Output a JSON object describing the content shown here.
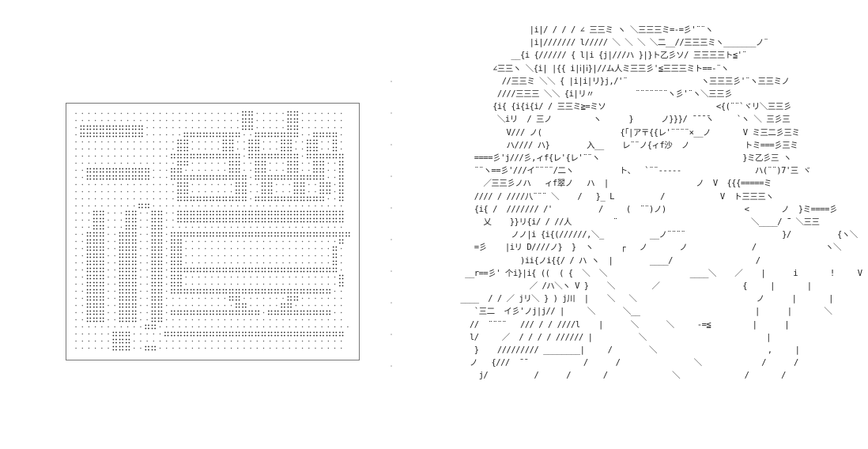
{
  "sign": {
    "grid_cols": 42,
    "grid_rows": 34,
    "dense_rows": [
      "..........................##.....##.......",
      "..........................##.....##.......",
      ".##########...............##.....##.......",
      ".##########......#########..#######..####.",
      "................##.....##..##...##..##..#.",
      "................##.....##..##...##..##..#.",
      "...............###########.########.######",
      "................##......##..##...##..##..#",
      "..##########...##.......##..##...##..##..#",
      "..##########...############.###########..#",
      "................##.......##..##...##..##.#",
      "................##.......##..##...##..##.#",
      "................###########.###########..#",
      "..........##..............................",
      "...##...##..##..##########################",
      "...##...##..##..##########################",
      "...##...##..##............................",
      "..###..###..##.############################",
      "..###..###..##.##........................#",
      "..###..###..##.##.......................#.",
      "..###..###..##.##.......................#.",
      "..###..###..##.##.......................#.",
      "..###..###..##.##########################.",
      "..###..###..##.##........................#",
      "..###..###..##.##........................#",
      "..###..###..##.#########################..",
      "..###..###..##..........##.......##.......",
      "..###..###..##...........##.....##........",
      "..###..###..##.##############.##########..",
      "..###..###..##............................",
      "...........##..............................",
      "......###.....############################",
      "......###.................................",
      "......###..##............................."
    ]
  },
  "portrait": {
    "lines": [
      "                              |i|/ / / / ∠ 三三ミ ヽ ＼三三三ミ=-=彡'¨¨ヽ",
      "                              |i|/////// l///// ＼ ＼ ＼ ＼二__//三三三ミヽ_______ノ¨",
      "                          __{i {////// { l|i {j|///ハ }|}ト乙彡ソ/ 三三三三ト≦'¨",
      "                      ∠三三ヽ ＼{i| |{{ i|ⅰ|ⅰ}|//ム人ミ三三彡'≦三三三ミト==-¨ヽ",
      "                        //三三ミ ＼＼ { |i|i|リ}j,/'¨                ヽ三三三彡'¨ヽ三三ミノ",
      "                       ////三三三 ＼＼ {i|リ〃         ¨¨¨¨¨¨¨ヽ彡'¨ヽ＼三三彡",
      "                      {i{ {i{i{i/ / 三三ミ≧=ミソ                        <{(¨¨`ヾリ＼三三彡",
      "                       ＼iリ  / 三ノ         ヽ      }      ノ}}}/ ̄ ̄ ̄ ̄ヽ     `ヽ ＼ 三彡三",
      "                         V/// ノ(                 {「|ア〒{{レ'¨¨¨¨×__ノ       V ミ三二彡三ミ",
      "                         ハ//// ハ}        入__    レ¨¨ノ{ィf沙  ノ            トミ===彡三ミ",
      "                  ====彡'j///彡,ィf{レ'{レ'¨¨ヽ                               }ミ乙彡三 ヽ",
      "                  ¨¨ヽ==彡'///イ¨¨¨¨/二ヽ          ト、  `¨¨-----                ハ(¨¨)7'三 ヾ",
      "                    ／三三彡ノハ   ィf翠ノ   ハ  |                   ノ  V  {{{=====ミ",
      "                  //// / ////八¨¨¨ ＼    /   }_ L          /            V  ト三三三ヽ",
      "                  {i{ /  /////// /'          /     (  ¨¨)ノ)                 <       ノ  }ミ====彡",
      "                    乂    }}リ{i/ / //人         ¨                             ＼____/ ̄¨ ＼三三",
      "                          ノノ|i {i{(//////,＼_          __ノ¨¨¨¨                     }/          {ヽ＼",
      "                  =彡    |iリ D////ノ}  }  ヽ      ┌   ノ       ノ              /               ヽ＼",
      "                            )ii{ノi{{/ / ハ ヽ  |        ____/                  /",
      "                __r==彡' 个i}|i{ ((  ( {  ＼  ＼                  ____＼    ／    |      i       !     V",
      "                              ／ /ハ＼ヽ V }    ＼        ／                  {     |       |",
      "               ____  / / ／ jリ＼ } ) j川  |    ＼   ＼                          ノ      |       |",
      "                  `三二  イ彡'ノj|j// |     ＼      ＼__                         |      |       ＼",
      "                 //  ¨¨¨¨   /// / / ////l    |      ＼      ＼     -=≦         |      |",
      "                 l/     ／  / / / / ////// |          ＼                          |",
      "                  }    ///////// ________|     /        ＼                        ,     |",
      "                 ノ   {///  ̄ ̄             /      /                ＼             /      /",
      "                   j/          /      /       /              ＼              /       /"
    ]
  }
}
